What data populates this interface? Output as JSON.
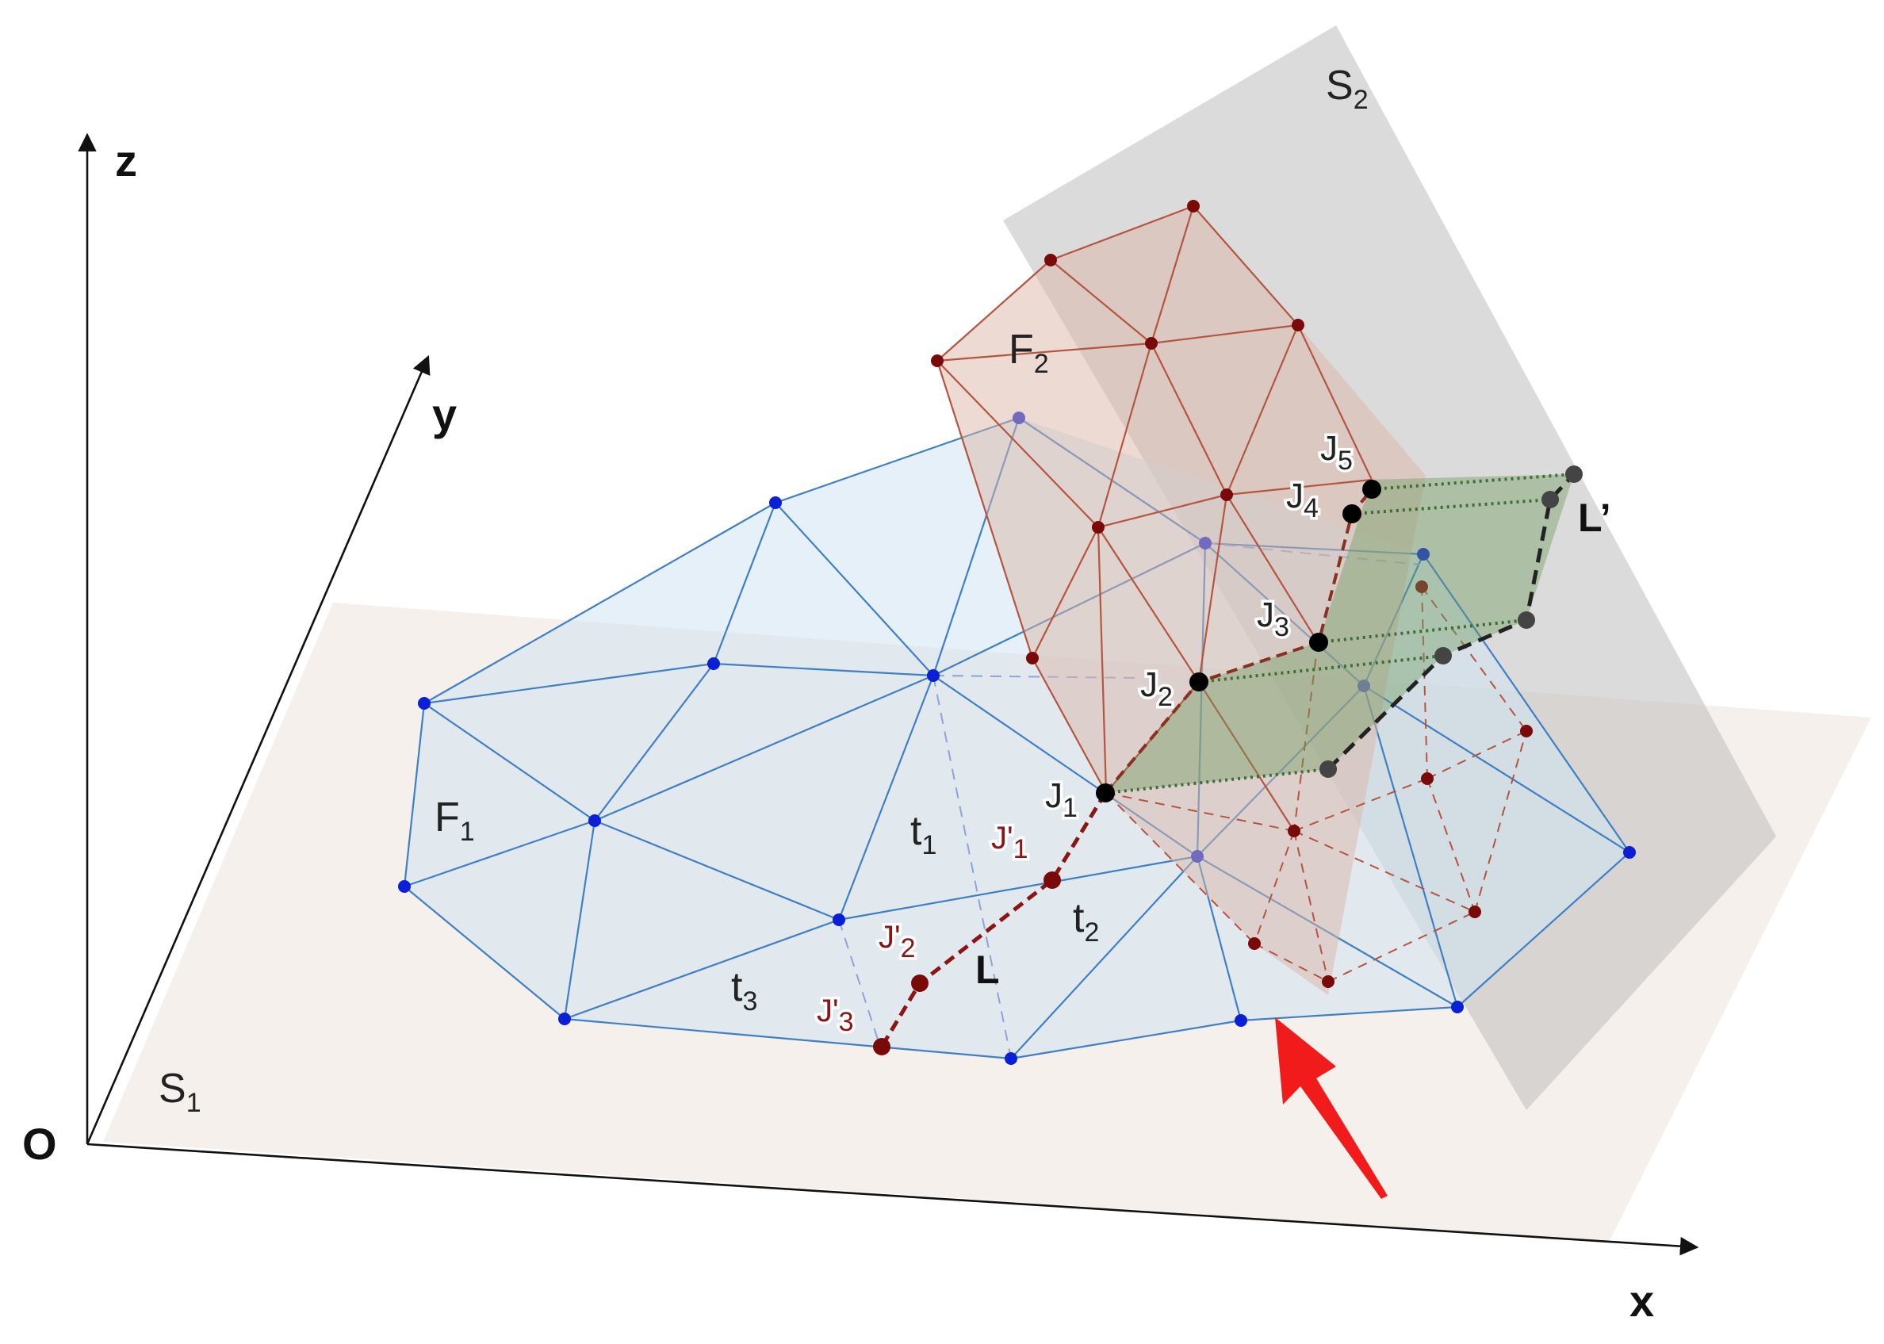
{
  "axes": {
    "x": "x",
    "y": "y",
    "z": "z",
    "origin": "O"
  },
  "planes": {
    "s1": {
      "main": "S",
      "sub": "1"
    },
    "s2": {
      "main": "S",
      "sub": "2"
    }
  },
  "surfaces": {
    "f1": {
      "main": "F",
      "sub": "1"
    },
    "f2": {
      "main": "F",
      "sub": "2"
    }
  },
  "triangles": {
    "t1": {
      "main": "t",
      "sub": "1"
    },
    "t2": {
      "main": "t",
      "sub": "2"
    },
    "t3": {
      "main": "t",
      "sub": "3"
    }
  },
  "points": {
    "j1": {
      "main": "J",
      "sub": "1"
    },
    "j2": {
      "main": "J",
      "sub": "2"
    },
    "j3": {
      "main": "J",
      "sub": "3"
    },
    "j4": {
      "main": "J",
      "sub": "4"
    },
    "j5": {
      "main": "J",
      "sub": "5"
    },
    "jp1": {
      "main": "J'",
      "sub": "1"
    },
    "jp2": {
      "main": "J'",
      "sub": "2"
    },
    "jp3": {
      "main": "J'",
      "sub": "3"
    }
  },
  "lines": {
    "l": "L",
    "lprime": "L’"
  },
  "colors": {
    "plane_s1": "#f3ebe6",
    "plane_s2": "#c4c4c4",
    "mesh_f1": "#3f7fc4",
    "mesh_f1_fill": "#cfe3f3",
    "node_f1": "#0a1fd6",
    "mesh_f2": "#b5553f",
    "mesh_f2_fill": "#d9b5a8",
    "node_f2": "#7a0a0a",
    "intersection": "#000000",
    "projection_band": "#3f6e34",
    "arrow": "#f21b1b"
  }
}
